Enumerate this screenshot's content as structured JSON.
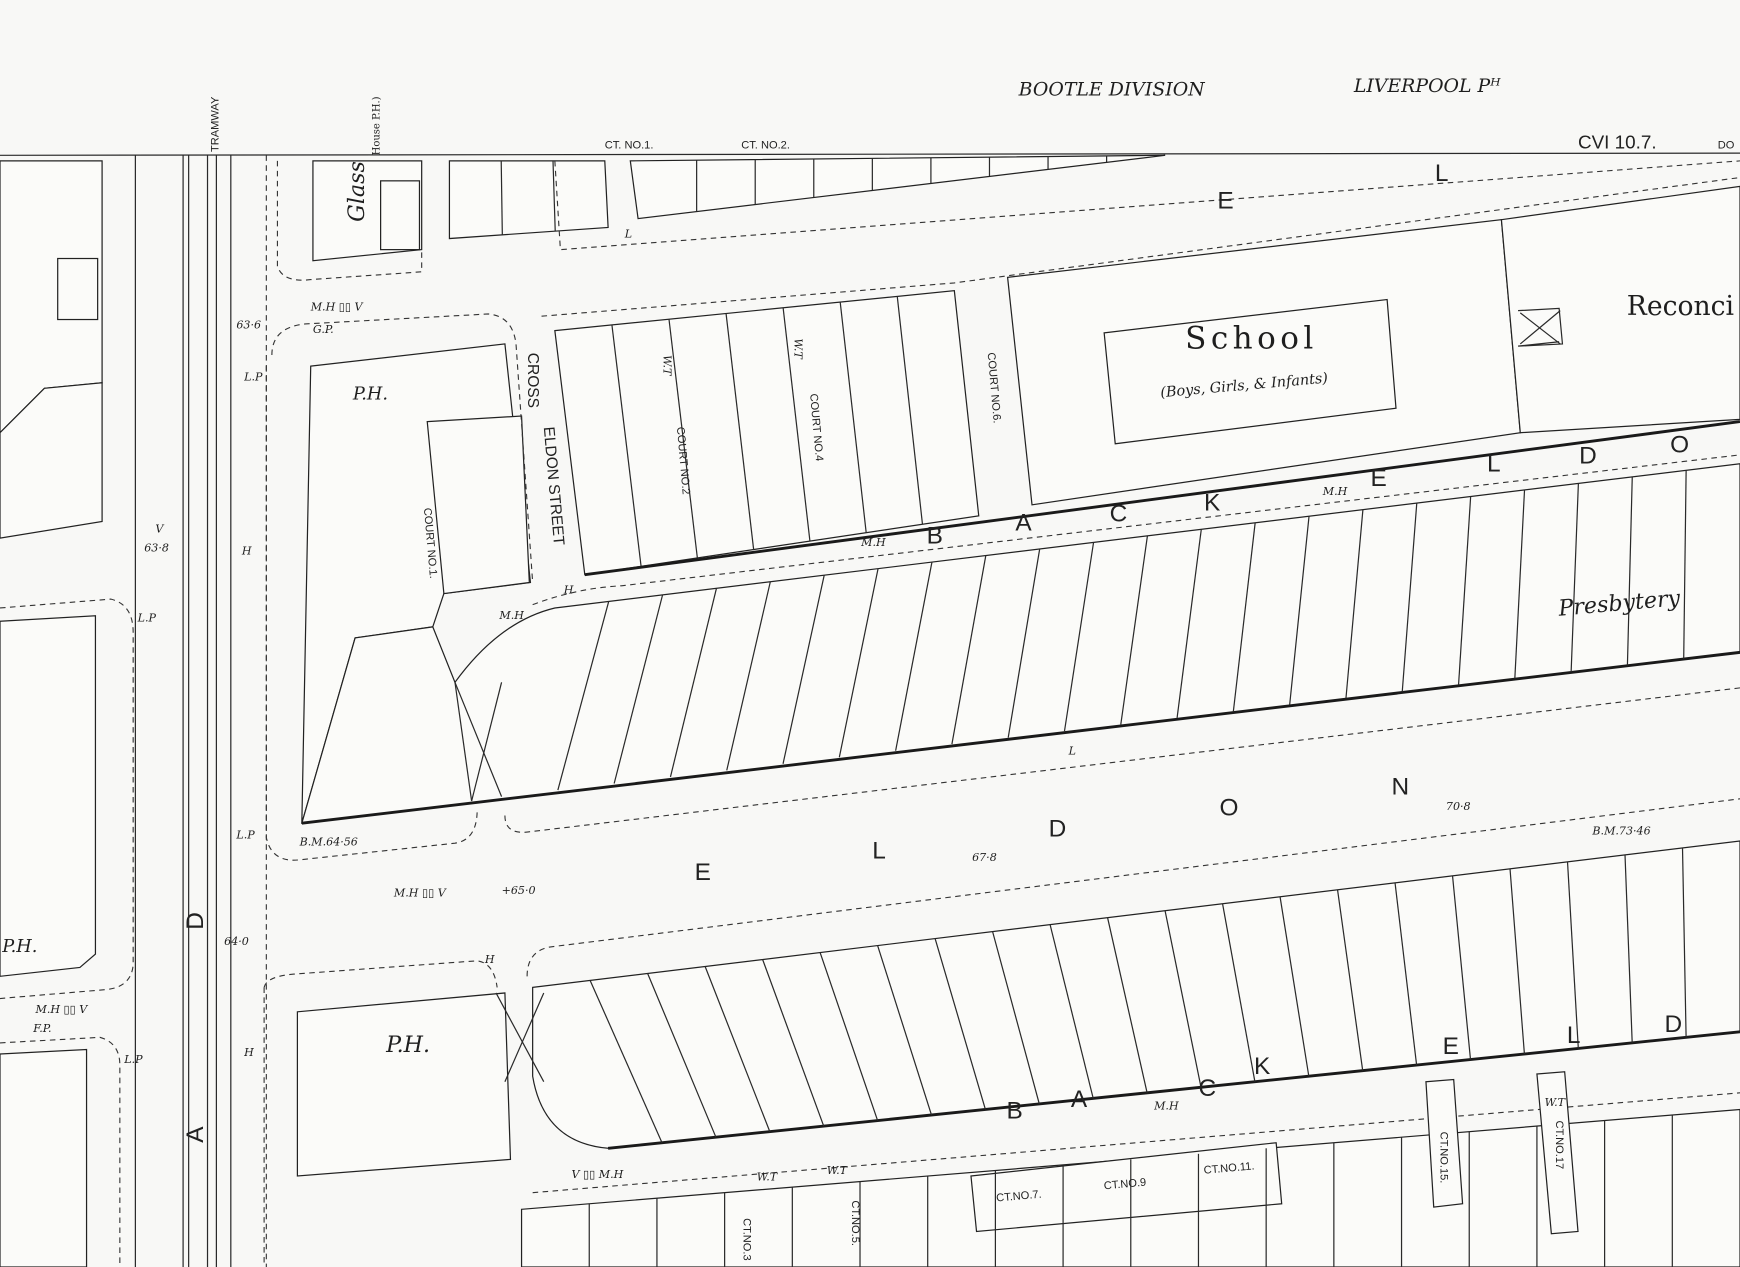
{
  "header": {
    "division": "BOOTLE DIVISION",
    "parish": "LIVERPOOL Pᴴ",
    "sheet": "CVI 10.7.",
    "sheet_next": "DO"
  },
  "streets": {
    "tramway": "TRAMWAY",
    "cross": "CROSS",
    "cross_eldon": "ELDON STREET",
    "road_a": "A",
    "road_d": "D",
    "top": [
      "E",
      "L"
    ],
    "eldon": [
      "E",
      "L",
      "D",
      "O",
      "N"
    ],
    "back_eldon_north": [
      "B",
      "A",
      "C",
      "K",
      "E",
      "L",
      "D",
      "O"
    ],
    "back_eldon_south": [
      "B",
      "A",
      "C",
      "K",
      "E",
      "L",
      "D"
    ]
  },
  "buildings": {
    "glass_house": "Glass",
    "glass_house_note": "House P.H.)",
    "school": "School",
    "school_sub": "(Boys, Girls, & Infants)",
    "church": "Reconci",
    "presbytery": "Presbytery",
    "ph": [
      "P.H.",
      "P.H.",
      "P.H."
    ]
  },
  "courts": {
    "ct1": "CT. NO.1.",
    "ct2": "CT. NO.2.",
    "court1": "COURT NO.1.",
    "court2": "COURT NO.2",
    "court4": "COURT NO.4",
    "court6": "COURT NO.6.",
    "ct3": "CT.NO.3",
    "ct5": "CT.NO.5.",
    "ct7": "CT.NO.7.",
    "ct9": "CT.NO.9",
    "ct11": "CT.NO.11.",
    "ct15": "CT.NO.15.",
    "ct17": "CT.NO.17"
  },
  "heights": {
    "h1": "63·6",
    "h2": "63·8",
    "h3": "64·0",
    "h4": "+65·0",
    "h5": "67·8",
    "h6": "70·8",
    "bm1": "B.M.64·56",
    "bm2": "B.M.73·46"
  },
  "symbols": {
    "lp": "L.P",
    "mh": "M.H",
    "mhv": "M.H ▯▯ V",
    "gp": "G.P.",
    "fp": "F.P.",
    "wt": "W.T",
    "h": "H",
    "l": "L",
    "v": "V",
    "vmh": "V ▯▯ M.H",
    "mht": "M.H"
  }
}
